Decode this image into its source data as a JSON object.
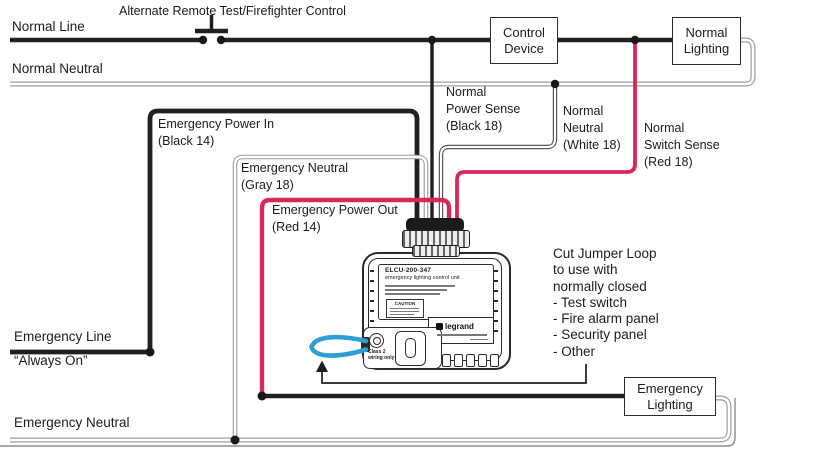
{
  "labels": {
    "alternate_control": "Alternate Remote Test/Firefighter Control",
    "normal_line": "Normal Line",
    "normal_neutral": "Normal Neutral",
    "emergency_line": "Emergency Line",
    "always_on": "“Always On”",
    "emergency_neutral": "Emergency Neutral"
  },
  "boxes": {
    "control_device": "Control\nDevice",
    "normal_lighting": "Normal\nLighting",
    "emergency_lighting": "Emergency\nLighting"
  },
  "wire_labels": {
    "emergency_power_in": "Emergency Power In\n(Black 14)",
    "emergency_neutral": "Emergency Neutral\n(Gray 18)",
    "emergency_power_out": "Emergency Power Out\n(Red 14)",
    "normal_power_sense": "Normal\nPower Sense\n(Black 18)",
    "normal_neutral": "Normal\nNeutral\n(White 18)",
    "normal_switch_sense": "Normal\nSwitch Sense\n(Red 18)"
  },
  "jumper_note": "Cut Jumper Loop\nto use with\nnormally closed\n- Test switch\n- Fire alarm panel\n- Security panel\n- Other",
  "device_label": {
    "model": "ELCU-200-347",
    "subtitle": "emergency lighting control unit",
    "caution": "CAUTION",
    "brand": "legrand",
    "port_note": "Class 2\nwiring only"
  },
  "colors": {
    "wire_black": "#231f20",
    "wire_red": "#d9275a",
    "wire_gray": "#9b9da0",
    "neutral_white_outline": "#46484c",
    "jumper_blue": "#2e9fd4"
  }
}
